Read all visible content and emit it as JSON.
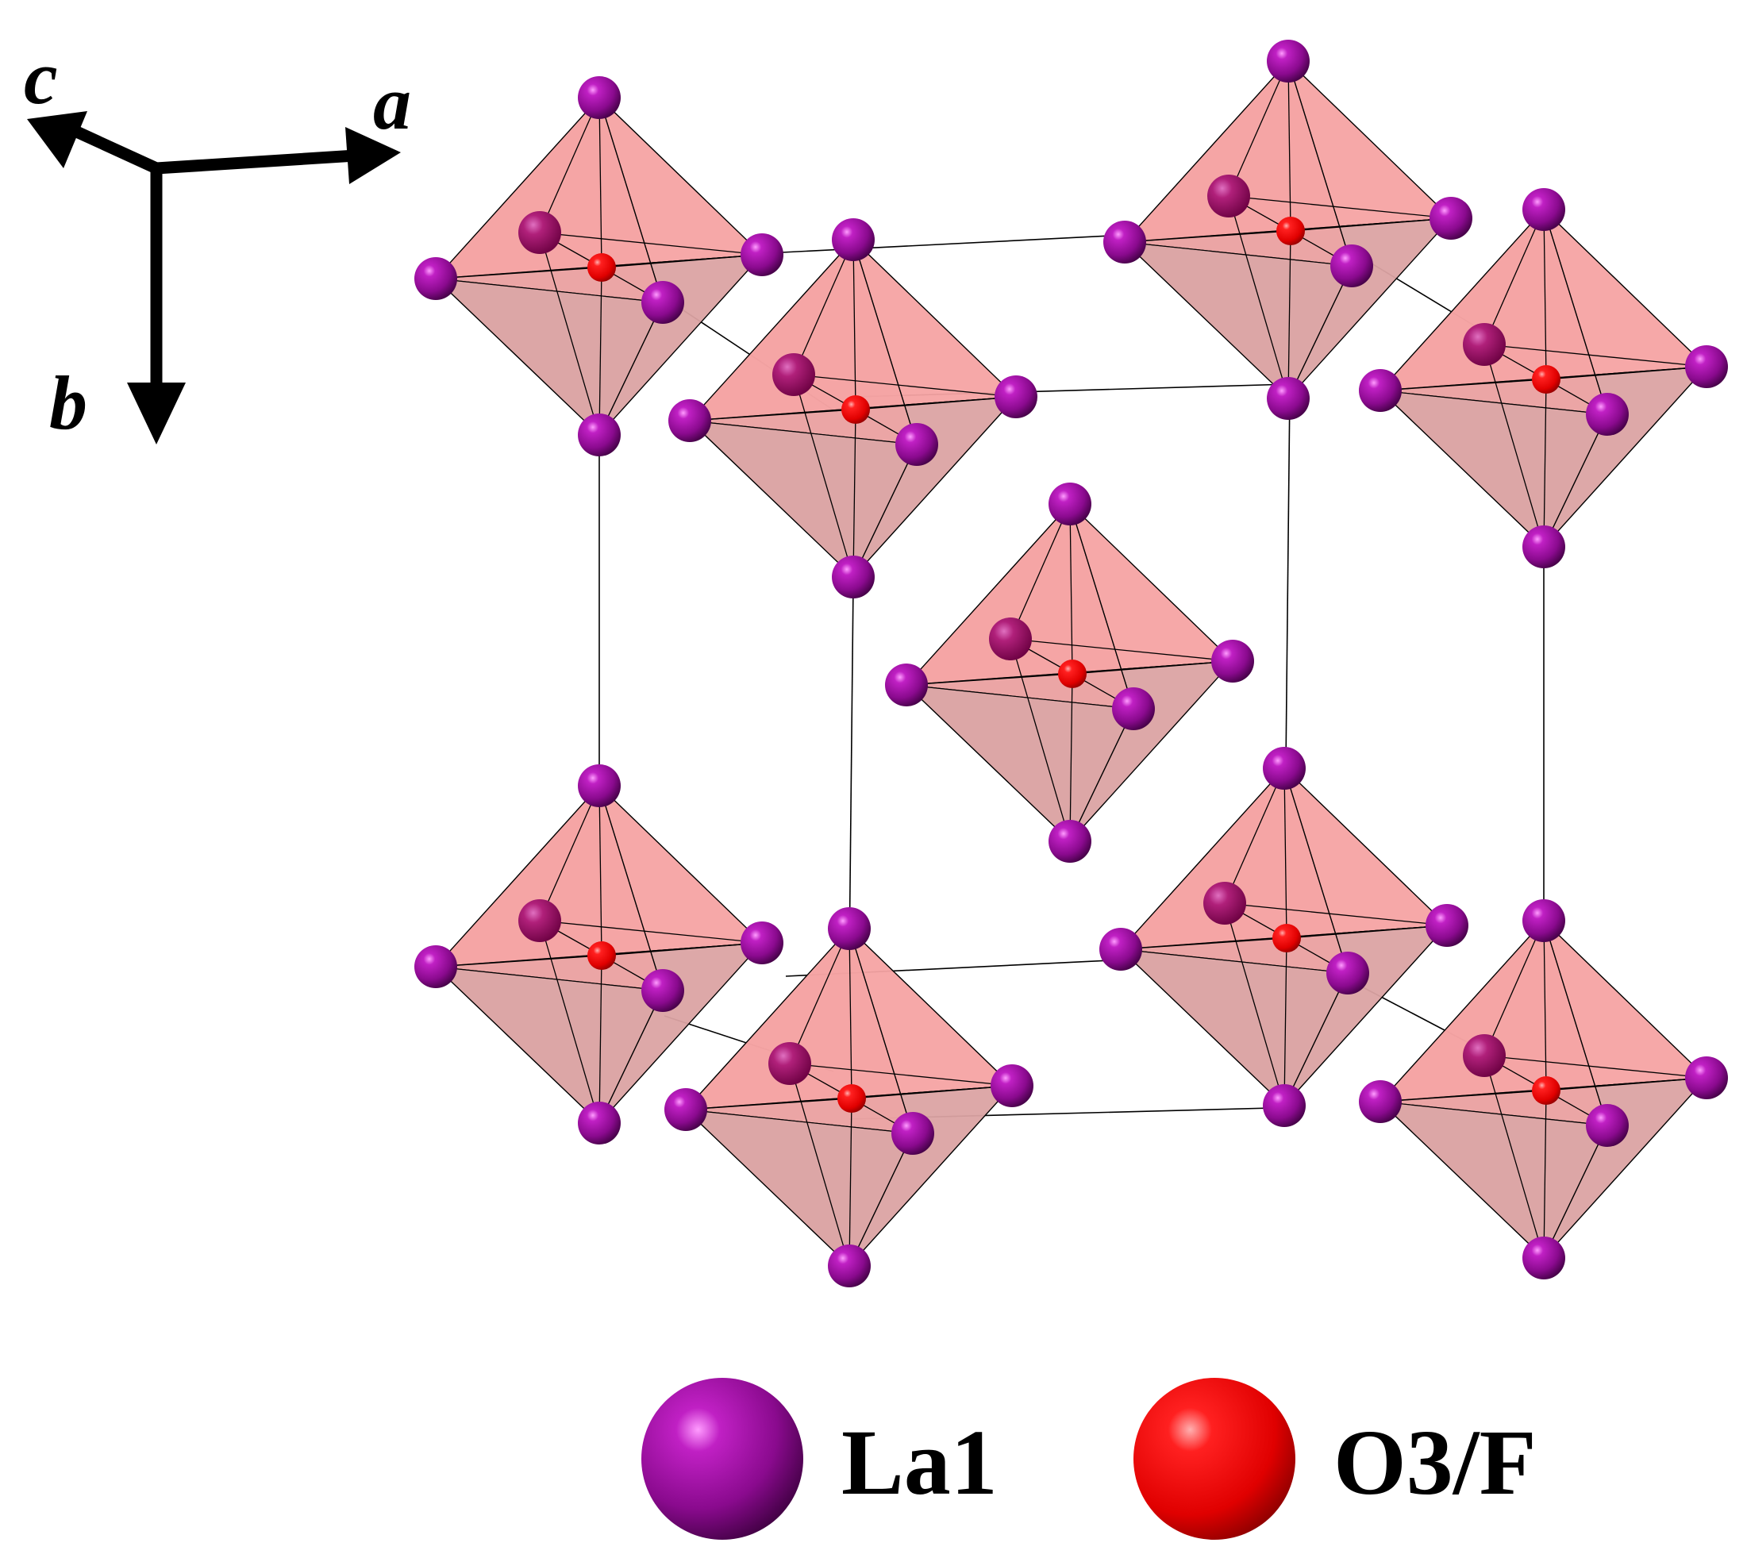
{
  "axes": {
    "a_label": "a",
    "b_label": "b",
    "c_label": "c"
  },
  "legend": {
    "items": [
      {
        "label": "La1",
        "color": "#8a0a8e"
      },
      {
        "label": "O3/F",
        "color": "#ff1010"
      }
    ]
  },
  "colors": {
    "octahedron_face_light": "#f5a3a3",
    "octahedron_face_dark": "#dba3a3",
    "la_atom": "#8a0a8e",
    "o_atom": "#ff1010",
    "bond": "#000000"
  }
}
